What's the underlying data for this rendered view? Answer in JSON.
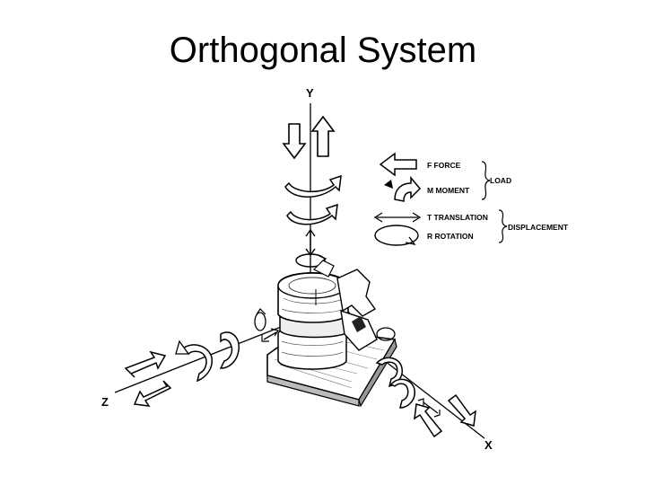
{
  "slide": {
    "title": "Orthogonal System"
  },
  "axes": {
    "y": "Y",
    "z": "Z",
    "x": "X"
  },
  "legend": {
    "force": "F  FORCE",
    "moment": "M  MOMENT",
    "translation": "T  TRANSLATION",
    "rotation": "R  ROTATION",
    "load": "LOAD",
    "displacement": "DISPLACEMENT"
  }
}
